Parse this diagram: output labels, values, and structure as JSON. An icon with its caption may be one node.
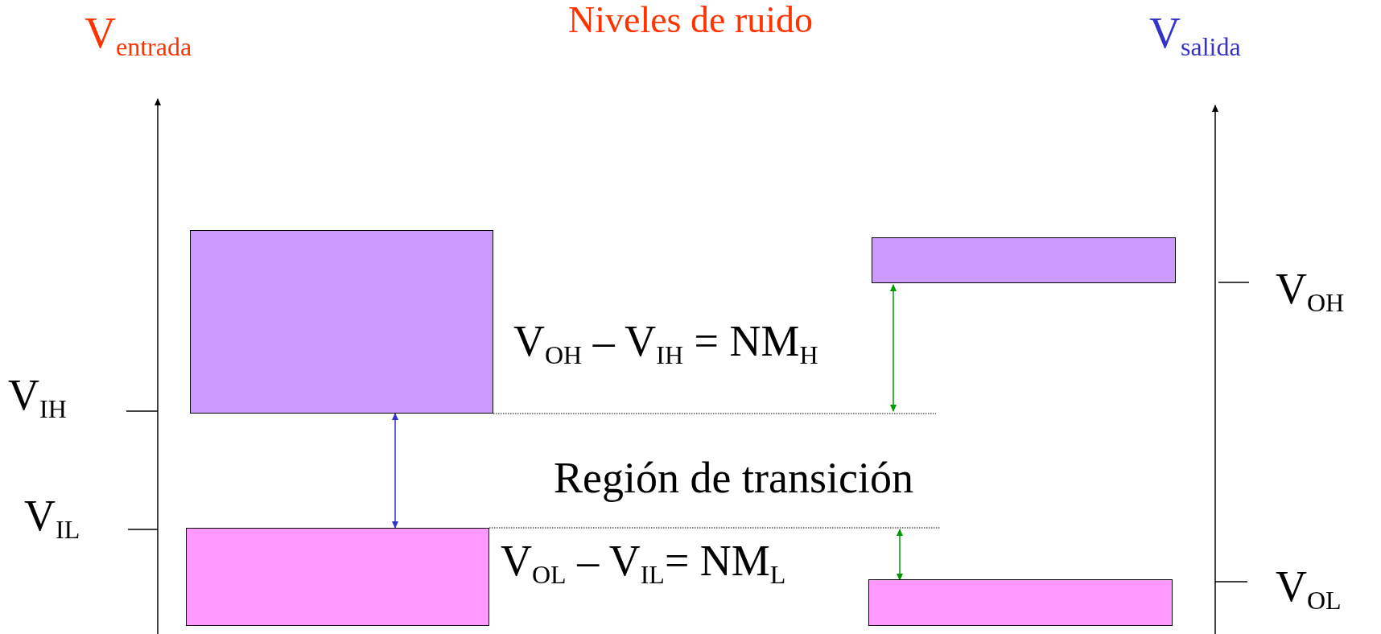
{
  "diagram": {
    "title": "Niveles de ruido",
    "nodes": [
      {
        "text": [],
        "shape": "box"
      },
      {
        "text": [],
        "shape": "box"
      },
      {
        "text": [],
        "shape": "box"
      },
      {
        "text": [],
        "shape": "box"
      }
    ],
    "edges": [
      {
        "from": 0,
        "to": 1,
        "arrow": "both",
        "color": "#3333cc"
      }
    ],
    "labels": [
      "V$_{entrada}$",
      "V$_{salida}$",
      "V$_{OH}$",
      "V$_{OH}$ – V$_{IH}$ = NM$_{H}$",
      "V$_{IH}$",
      "Región de transición",
      "V$_{IL}$",
      "V$_{OL}$ – V$_{IL}$= NM$_{L}$",
      "V$_{OL}$"
    ]
  }
}
